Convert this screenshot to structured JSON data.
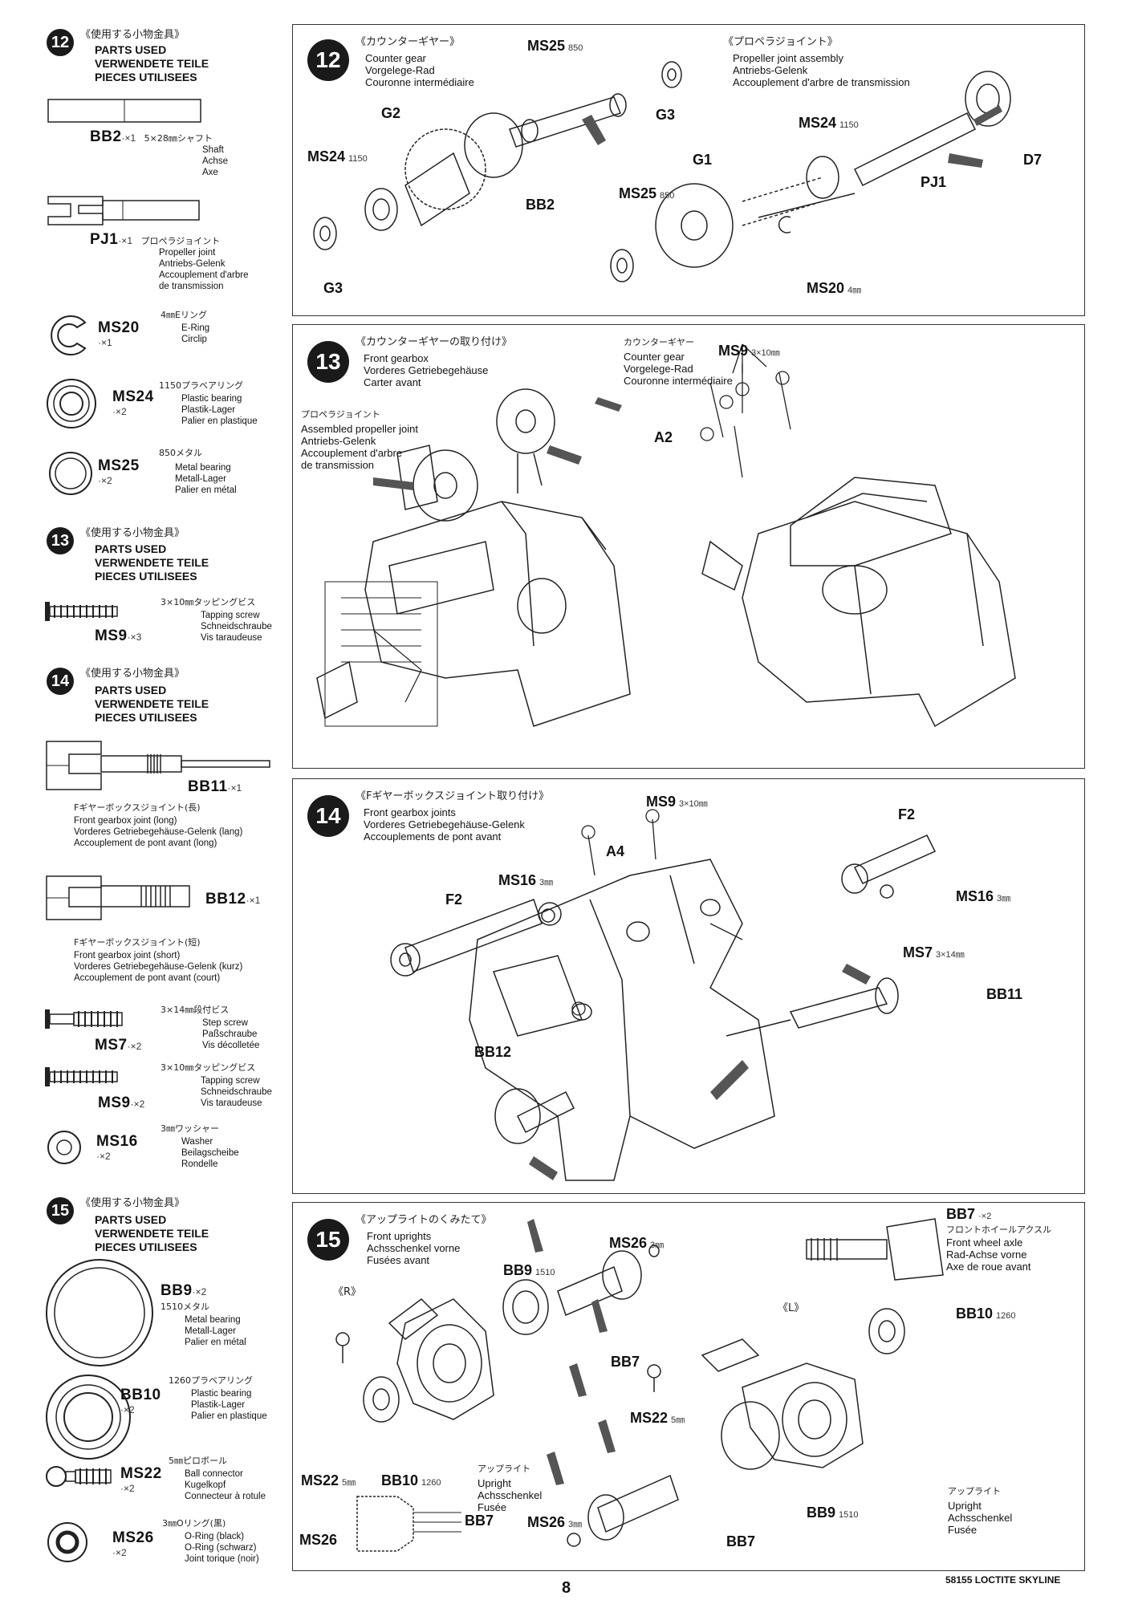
{
  "sidebar": {
    "s12": {
      "num": "12",
      "jp": "《使用する小物金具》",
      "headers": [
        "PARTS USED",
        "VERWENDETE TEILE",
        "PIECES UTILISEES"
      ],
      "parts": [
        {
          "code": "BB2",
          "qty": "·×1",
          "jp": "5×28㎜シャフト",
          "desc": [
            "Shaft",
            "Achse",
            "Axe"
          ]
        },
        {
          "code": "PJ1",
          "qty": "·×1",
          "jp": "プロペラジョイント",
          "desc": [
            "Propeller joint",
            "Antriebs-Gelenk",
            "Accouplement d'arbre",
            "de transmission"
          ]
        },
        {
          "code": "MS20",
          "qty": "·×1",
          "jp": "4㎜Eリング",
          "desc": [
            "E-Ring",
            "Circlip"
          ]
        },
        {
          "code": "MS24",
          "qty": "·×2",
          "jp": "1150プラベアリング",
          "desc": [
            "Plastic bearing",
            "Plastik-Lager",
            "Palier en plastique"
          ]
        },
        {
          "code": "MS25",
          "qty": "·×2",
          "jp": "850メタル",
          "desc": [
            "Metal bearing",
            "Metall-Lager",
            "Palier en métal"
          ]
        }
      ]
    },
    "s13": {
      "num": "13",
      "jp": "《使用する小物金具》",
      "headers": [
        "PARTS USED",
        "VERWENDETE TEILE",
        "PIECES UTILISEES"
      ],
      "parts": [
        {
          "code": "MS9",
          "qty": "·×3",
          "jp": "3×10㎜タッピングビス",
          "desc": [
            "Tapping screw",
            "Schneidschraube",
            "Vis taraudeuse"
          ]
        }
      ]
    },
    "s14": {
      "num": "14",
      "jp": "《使用する小物金具》",
      "headers": [
        "PARTS USED",
        "VERWENDETE TEILE",
        "PIECES UTILISEES"
      ],
      "parts": [
        {
          "code": "BB11",
          "qty": "·×1",
          "jp": "Fギヤーボックスジョイント(長)",
          "desc": [
            "Front gearbox joint (long)",
            "Vorderes Getriebegehäuse-Gelenk (lang)",
            "Accouplement de pont avant (long)"
          ]
        },
        {
          "code": "BB12",
          "qty": "·×1",
          "jp": "Fギヤーボックスジョイント(短)",
          "desc": [
            "Front gearbox joint (short)",
            "Vorderes Getriebegehäuse-Gelenk (kurz)",
            "Accouplement de pont avant (court)"
          ]
        },
        {
          "code": "MS7",
          "qty": "·×2",
          "jp": "3×14㎜段付ビス",
          "desc": [
            "Step screw",
            "Paßschraube",
            "Vis décolletée"
          ]
        },
        {
          "code": "MS9",
          "qty": "·×2",
          "jp": "3×10㎜タッピングビス",
          "desc": [
            "Tapping screw",
            "Schneidschraube",
            "Vis taraudeuse"
          ]
        },
        {
          "code": "MS16",
          "qty": "·×2",
          "jp": "3㎜ワッシャー",
          "desc": [
            "Washer",
            "Beilagscheibe",
            "Rondelle"
          ]
        }
      ]
    },
    "s15": {
      "num": "15",
      "jp": "《使用する小物金具》",
      "headers": [
        "PARTS USED",
        "VERWENDETE TEILE",
        "PIECES UTILISEES"
      ],
      "parts": [
        {
          "code": "BB9",
          "qty": "·×2",
          "jp": "1510メタル",
          "desc": [
            "Metal bearing",
            "Metall-Lager",
            "Palier en métal"
          ]
        },
        {
          "code": "BB10",
          "qty": "·×2",
          "jp": "1260プラベアリング",
          "desc": [
            "Plastic bearing",
            "Plastik-Lager",
            "Palier en plastique"
          ]
        },
        {
          "code": "MS22",
          "qty": "·×2",
          "jp": "5㎜ピロボール",
          "desc": [
            "Ball connector",
            "Kugelkopf",
            "Connecteur à rotule"
          ]
        },
        {
          "code": "MS26",
          "qty": "·×2",
          "jp": "3㎜Oリング(黒)",
          "desc": [
            "O-Ring (black)",
            "O-Ring (schwarz)",
            "Joint torique (noir)"
          ]
        }
      ]
    }
  },
  "panels": {
    "p12": {
      "num": "12",
      "left_jp": "《カウンターギヤー》",
      "left_text": [
        "Counter gear",
        "Vorgelege-Rad",
        "Couronne intermédiaire"
      ],
      "right_jp": "《プロペラジョイント》",
      "right_text": [
        "Propeller joint assembly",
        "Antriebs-Gelenk",
        "Accouplement d'arbre de transmission"
      ],
      "labels": {
        "ms25a": "MS25",
        "ms25a_sz": "850",
        "g3a": "G3",
        "g2": "G2",
        "ms24a": "MS24",
        "ms24a_sz": "1150",
        "bb2": "BB2",
        "g3b": "G3",
        "ms24b": "MS24",
        "ms24b_sz": "1150",
        "d7": "D7",
        "pj1": "PJ1",
        "g1": "G1",
        "ms25b": "MS25",
        "ms25b_sz": "850",
        "ms20": "MS20",
        "ms20_sz": "4㎜"
      }
    },
    "p13": {
      "num": "13",
      "left_jp": "《カウンターギヤーの取り付け》",
      "left_text": [
        "Front gearbox",
        "Vorderes Getriebegehäuse",
        "Carter avant"
      ],
      "cg_jp": "カウンターギヤー",
      "cg_text": [
        "Counter gear",
        "Vorgelege-Rad",
        "Couronne intermédiaire"
      ],
      "pj_jp": "プロペラジョイント",
      "pj_text": [
        "Assembled propeller joint",
        "Antriebs-Gelenk",
        "Accouplement d'arbre",
        "de transmission"
      ],
      "labels": {
        "ms9": "MS9",
        "ms9_sz": "3×10㎜",
        "a2": "A2"
      }
    },
    "p14": {
      "num": "14",
      "left_jp": "《Fギヤーボックスジョイント取り付け》",
      "left_text": [
        "Front gearbox joints",
        "Vorderes Getriebegehäuse-Gelenk",
        "Accouplements de pont avant"
      ],
      "labels": {
        "ms9": "MS9",
        "ms9_sz": "3×10㎜",
        "f2a": "F2",
        "a4": "A4",
        "ms16a": "MS16",
        "ms16a_sz": "3㎜",
        "f2b": "F2",
        "ms16b": "MS16",
        "ms16b_sz": "3㎜",
        "ms7": "MS7",
        "ms7_sz": "3×14㎜",
        "bb11": "BB11",
        "bb12": "BB12"
      }
    },
    "p15": {
      "num": "15",
      "left_jp": "《アップライトのくみたて》",
      "left_text": [
        "Front uprights",
        "Achsschenkel vorne",
        "Fusées avant"
      ],
      "r": "《R》",
      "l": "《L》",
      "bb7_jp": "フロントホイールアクスル",
      "bb7_text": [
        "Front wheel axle",
        "Rad-Achse vorne",
        "Axe de roue avant"
      ],
      "up_jp": "アップライト",
      "up_text": [
        "Upright",
        "Achsschenkel",
        "Fusée"
      ],
      "labels": {
        "bb7top": "BB7",
        "bb7top_qty": "·×2",
        "ms26a": "MS26",
        "ms26a_sz": "3㎜",
        "bb9a": "BB9",
        "bb9a_sz": "1510",
        "bb10a": "BB10",
        "bb10a_sz": "1260",
        "bb7a": "BB7",
        "ms22a": "MS22",
        "ms22a_sz": "5㎜",
        "ms22b": "MS22",
        "ms22b_sz": "5㎜",
        "bb10b": "BB10",
        "bb10b_sz": "1260",
        "ms26b": "MS26",
        "bb7b": "BB7",
        "ms26c": "MS26",
        "ms26c_sz": "3㎜",
        "bb7c": "BB7",
        "bb9b": "BB9",
        "bb9b_sz": "1510"
      }
    }
  },
  "footer": {
    "page": "8",
    "code": "58155 LOCTITE SKYLINE"
  }
}
